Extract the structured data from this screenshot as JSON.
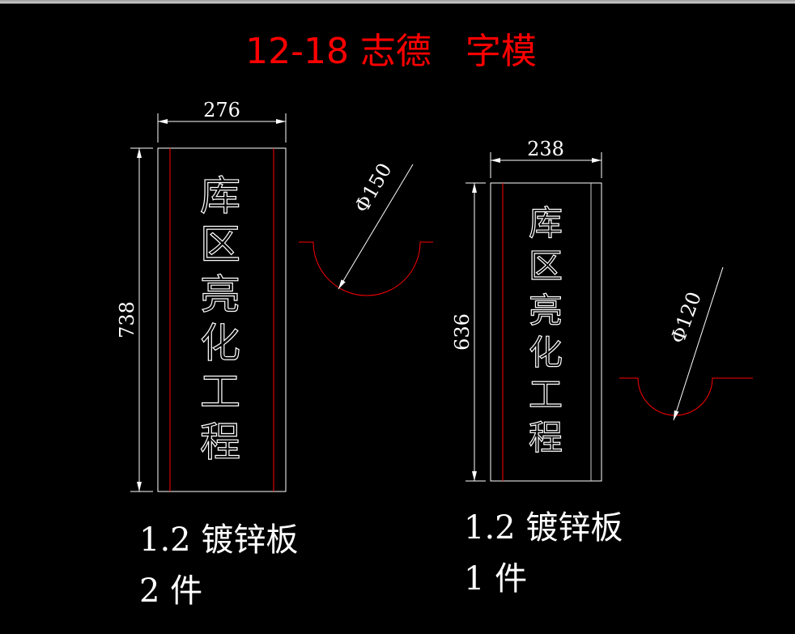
{
  "title": "12-18 志德   字模",
  "colors": {
    "background": "#000000",
    "title": "#ff0000",
    "lines": "#ffffff",
    "fold_lines": "#ff0000"
  },
  "left_plate": {
    "width_dim": "276",
    "height_dim": "738",
    "diameter_dim": "Φ150",
    "characters": [
      "库",
      "区",
      "亮",
      "化",
      "工",
      "程"
    ],
    "material": "1.2 镀锌板",
    "quantity": "2 件"
  },
  "right_plate": {
    "width_dim": "238",
    "height_dim": "636",
    "diameter_dim": "Φ120",
    "characters": [
      "库",
      "区",
      "亮",
      "化",
      "工",
      "程"
    ],
    "material": "1.2 镀锌板",
    "quantity": "1 件"
  }
}
